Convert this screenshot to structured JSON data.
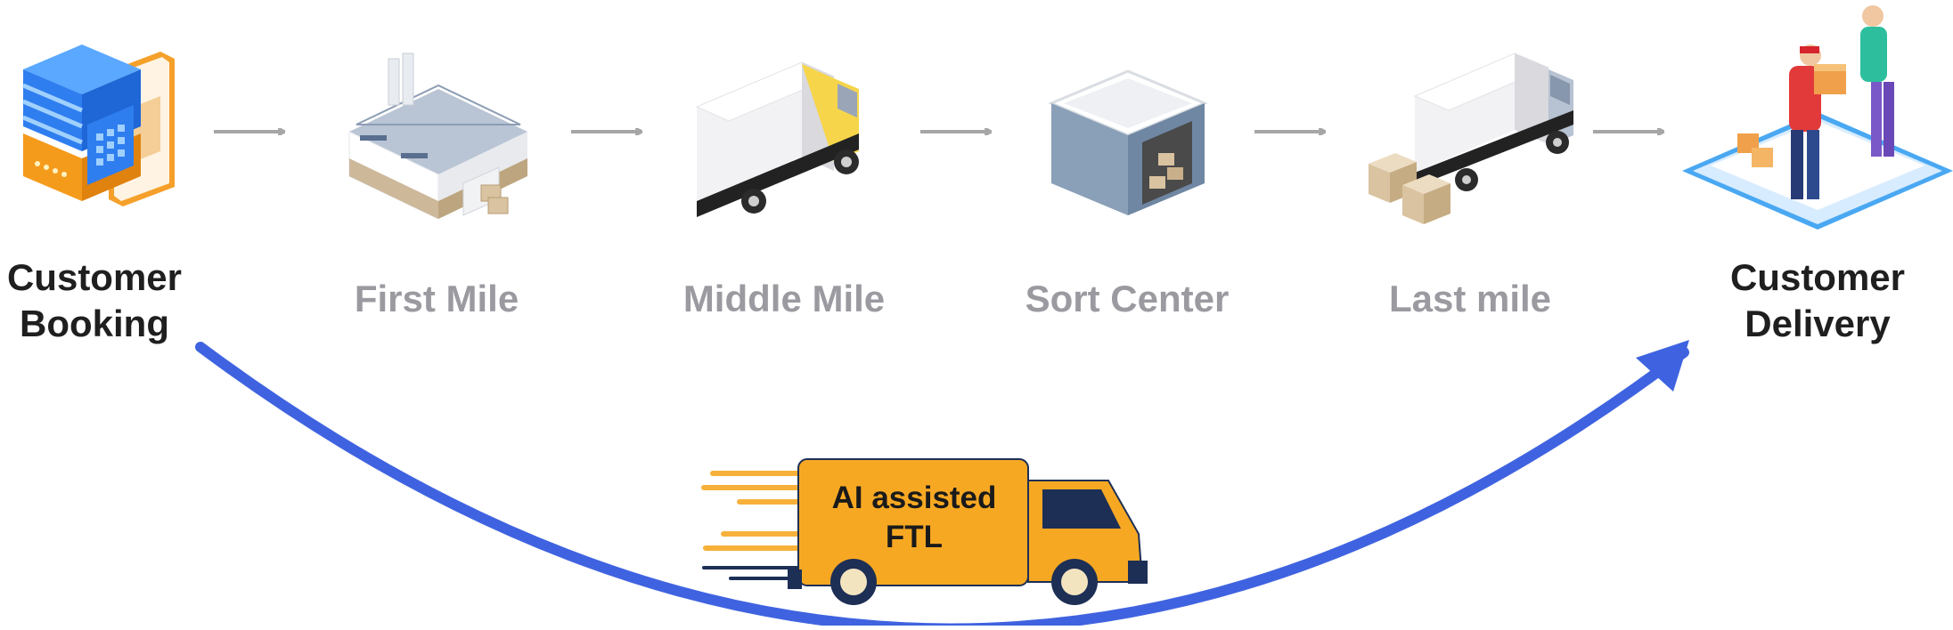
{
  "steps": [
    {
      "id": "customer-booking",
      "line1": "Customer",
      "line2": "Booking"
    },
    {
      "id": "first-mile",
      "label": "First Mile"
    },
    {
      "id": "middle-mile",
      "label": "Middle Mile"
    },
    {
      "id": "sort-center",
      "label": "Sort Center"
    },
    {
      "id": "last-mile",
      "label": "Last mile"
    },
    {
      "id": "customer-delivery",
      "line1": "Customer",
      "line2": "Delivery"
    }
  ],
  "truck": {
    "line1": "AI assisted",
    "line2": "FTL"
  },
  "colors": {
    "dark_text": "#1f1f1f",
    "muted_text": "#9a9aa0",
    "arc_blue": "#3f63e0",
    "step_arrow": "#a6a6a6",
    "truck_orange": "#f7a823",
    "truck_cab_window": "#1d2f55",
    "server_blue": "#2f7ef0",
    "server_orange": "#f59b1c",
    "platform_blue": "#4aa8f2"
  }
}
